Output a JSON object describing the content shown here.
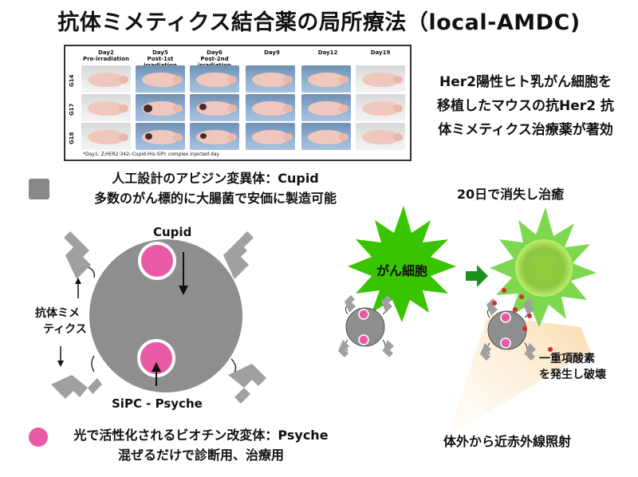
{
  "title": "抗体ミメティクス結合薬の局所療法（local-AMDC)",
  "photo_panel": {
    "columns": [
      {
        "day": "Day2",
        "sub": "Pre-irradiation"
      },
      {
        "day": "Day5",
        "sub": "Post-1st irradiation"
      },
      {
        "day": "Day6",
        "sub": "Post-2nd irradiation"
      },
      {
        "day": "Day9",
        "sub": ""
      },
      {
        "day": "Day12",
        "sub": ""
      },
      {
        "day": "Day19",
        "sub": ""
      }
    ],
    "rows": [
      "G14",
      "G17",
      "G18"
    ],
    "caption": "*Day1: Z₍HER2:342₎-Cupid-His-SiPc complex injected day"
  },
  "right_text": {
    "line1": "Her2陽性ヒト乳がん細胞を",
    "line2": "移植したマウスの抗Her2 抗",
    "line3": "体ミメティクス治療薬が著効"
  },
  "cupid_desc": {
    "line1": "人工設計のアビジン変異体：Cupid",
    "line2": "多数のがん標的に大腸菌で安価に製造可能"
  },
  "result_label": "20日で消失し治癒",
  "diagram": {
    "cupid_label": "Cupid",
    "sipc_label": "SiPC - Psyche",
    "mimetics_label_1": "抗体ミメ",
    "mimetics_label_2": "ティクス",
    "cancer_cell_label": "がん細胞",
    "singlet_oxygen_1": "一重項酸素",
    "singlet_oxygen_2": "を発生し破壊",
    "irradiation_label": "体外から近赤外線照射"
  },
  "psyche_desc": {
    "line1": "光で活性化されるビオチン改変体：Psyche",
    "line2": "混ぜるだけで診断用、治療用"
  },
  "colors": {
    "gray": "#888888",
    "pink": "#e95aa6",
    "green": "#39c400",
    "arrow_green": "#1d8f1d",
    "beam": "#fde2b8"
  }
}
